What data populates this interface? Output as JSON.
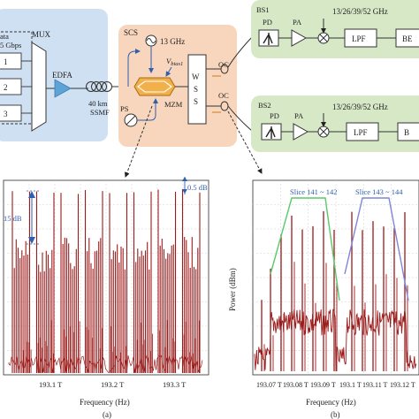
{
  "diagram": {
    "mux": {
      "label": "MUX",
      "input_labels": [
        "1",
        "2",
        "3"
      ],
      "rate_line1": "ata",
      "rate_line2": "5 Gbps"
    },
    "edfa": {
      "label": "EDFA"
    },
    "fiber": {
      "line1": "40 km",
      "line2": "SSMF"
    },
    "scs": {
      "label": "SCS",
      "rf": "13 GHz",
      "vbias": "V",
      "vbias_sub": "bias1",
      "mzm": "MZM",
      "ps": "PS",
      "wss": [
        "W",
        "S",
        "S"
      ],
      "oc": "OC"
    },
    "bs1": {
      "label": "BS1",
      "freq": "13/26/39/52 GHz",
      "pd": "PD",
      "pa": "PA",
      "lpf": "LPF",
      "tail": "BE"
    },
    "bs2": {
      "label": "BS2",
      "freq": "13/26/39/52 GHz",
      "pd": "PD",
      "pa": "PA",
      "lpf": "LPF",
      "tail": "B"
    },
    "colors": {
      "blue_panel": "#cfe0f3",
      "orange_panel": "#f8d6bd",
      "green_panel": "#d6e8c6",
      "amp_blue": "#5ea3d6",
      "mzm_gold": "#f2b04a",
      "trace": "#9b1b1b",
      "slice_green": "#5cc86a",
      "slice_blue": "#7d86d8",
      "dim_blue": "#2f5fae"
    }
  },
  "chart_data": [
    {
      "type": "line",
      "panel_label": "(a)",
      "xlabel": "Frequency (Hz)",
      "x_ticks": [
        "193.1 T",
        "193.2 T",
        "193.3 T"
      ],
      "annotations": [
        "15 dB",
        "0.5 dB"
      ],
      "lines_per_comb": 10,
      "combs": 8
    },
    {
      "type": "line",
      "panel_label": "(b)",
      "xlabel": "Frequency (Hz)",
      "ylabel": "Power (dBm)",
      "x_ticks": [
        "193.07 T",
        "193.08 T",
        "193.09 T",
        "193.1 T",
        "193.11 T",
        "193.12 T"
      ],
      "annotations": [
        "Slice 141 ~ 142",
        "Slice 143 ~ 144"
      ]
    }
  ]
}
